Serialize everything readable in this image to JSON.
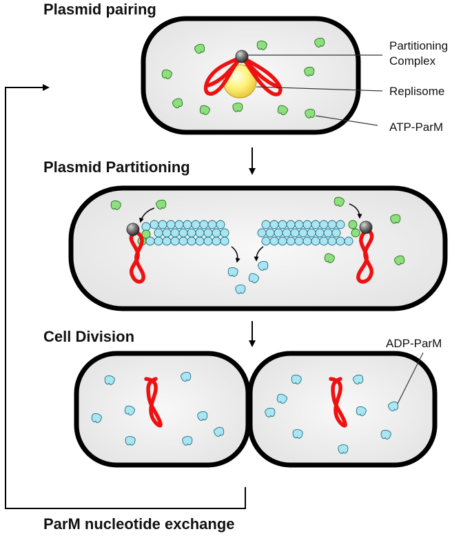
{
  "stages": {
    "pairing": "Plasmid pairing",
    "partitioning": "Plasmid Partitioning",
    "division": "Cell Division",
    "exchange": "ParM nucleotide exchange"
  },
  "labels": {
    "partitioning_complex_1": "Partitioning",
    "partitioning_complex_2": "Complex",
    "replisome": "Replisome",
    "atp_parm": "ATP-ParM",
    "adp_parm": "ADP-ParM"
  },
  "colors": {
    "dna": "#ee1111",
    "atp_parm": "#8ee07e",
    "adp_parm": "#a9e6f2",
    "replisome": "#ffee66",
    "partition_complex": "#555555",
    "cell_outline": "#000000",
    "cell_fill": "#ededed"
  }
}
